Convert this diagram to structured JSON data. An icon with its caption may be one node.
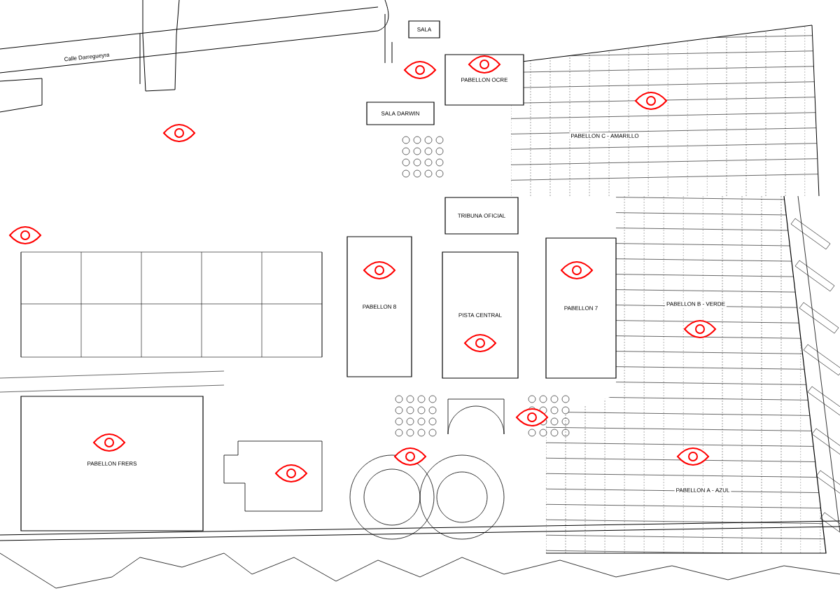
{
  "diagram": {
    "nodes": [
      {
        "text": [
          "SALA"
        ]
      },
      {
        "text": [
          "PABELLON OCRE"
        ]
      },
      {
        "text": [
          "PABELLON C - AMARILLO"
        ]
      },
      {
        "text": [
          "SALA DARWIN"
        ]
      },
      {
        "text": [
          "TRIBUNA OFICIAL"
        ]
      },
      {
        "text": [
          "PABELLON 8"
        ]
      },
      {
        "text": [
          "PISTA CENTRAL"
        ]
      },
      {
        "text": [
          "PABELLON 7"
        ]
      },
      {
        "text": [
          "PABELLON B - VERDE"
        ]
      },
      {
        "text": [
          "PABELLON A - AZUL"
        ]
      },
      {
        "text": [
          "PABELLON FRERS"
        ]
      }
    ],
    "labels": [
      "Calle Darregueyra"
    ]
  }
}
